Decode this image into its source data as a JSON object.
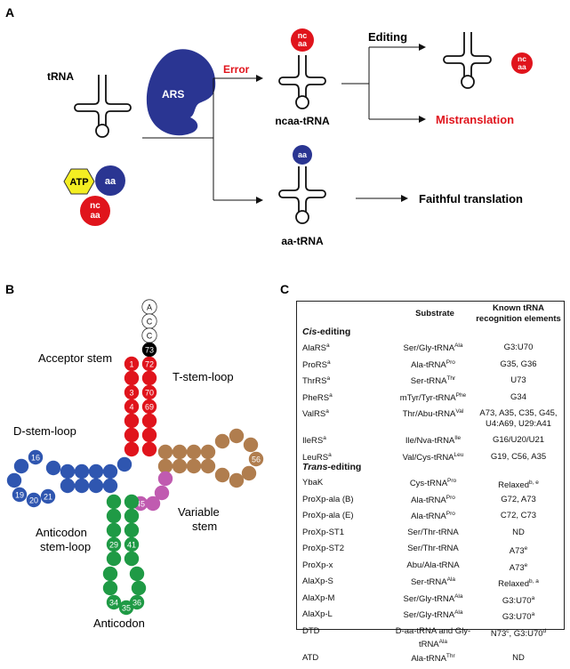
{
  "panels": {
    "a": "A",
    "b": "B",
    "c": "C"
  },
  "panelA": {
    "trna": "tRNA",
    "ars": "ARS",
    "atp": "ATP",
    "aa": "aa",
    "ncaa_top": "nc",
    "ncaa_bottom": "aa",
    "error": "Error",
    "ncaa_trna": "ncaa-tRNA",
    "editing": "Editing",
    "mistranslation": "Mistranslation",
    "aa_trna": "aa-tRNA",
    "faithful": "Faithful translation"
  },
  "panelB": {
    "acc_letters": [
      "A",
      "C",
      "C"
    ],
    "acc_left_numbers": [
      "1",
      "3",
      "4"
    ],
    "acc_right_numbers": [
      "73",
      "72",
      "70",
      "69"
    ],
    "d_numbers": [
      "16",
      "19",
      "20",
      "21"
    ],
    "t_number": "56",
    "var_number": "45",
    "antic_numbers": [
      "29",
      "41",
      "34",
      "35",
      "36"
    ],
    "acceptor_stem": "Acceptor stem",
    "t_stem_loop": "T-stem-loop",
    "d_stem_loop": "D-stem-loop",
    "variable": "Variable",
    "stem": "stem",
    "antic_stem_1": "Anticodon",
    "antic_stem_2": "stem-loop",
    "anticodon": "Anticodon",
    "colors": {
      "acceptor": "#e0141c",
      "d": "#2f56b0",
      "t": "#b07d4e",
      "variable": "#c05bb0",
      "anticodon": "#1f9a45",
      "cca": "#ffffff",
      "n73": "#000000"
    }
  },
  "panelC": {
    "header": {
      "substrate": "Substrate",
      "known1": "Known tRNA",
      "known2": "recognition elements"
    },
    "cis": {
      "prefix": "Cis",
      "suffix": "-editing"
    },
    "trans": {
      "prefix": "Trans",
      "suffix": "-editing"
    },
    "cis_rows": [
      {
        "enzyme": "AlaRS",
        "sup": "a",
        "sub_pre": "Ser/Gly-tRNA",
        "sub_sup": "Ala",
        "rec": "G3:U70"
      },
      {
        "enzyme": "ProRS",
        "sup": "a",
        "sub_pre": "Ala-tRNA",
        "sub_sup": "Pro",
        "rec": "G35, G36"
      },
      {
        "enzyme": "ThrRS",
        "sup": "a",
        "sub_pre": "Ser-tRNA",
        "sub_sup": "Thr",
        "rec": "U73"
      },
      {
        "enzyme": "PheRS",
        "sup": "a",
        "sub_pre": "mTyr/Tyr-tRNA",
        "sub_sup": "Phe",
        "rec": "G34"
      },
      {
        "enzyme": "ValRS",
        "sup": "a",
        "sub_pre": "Thr/Abu-tRNA",
        "sub_sup": "Val",
        "rec": "A73, A35, C35, G45,",
        "rec2": "U4:A69, U29:A41"
      },
      {
        "enzyme": "IleRS",
        "sup": "a",
        "sub_pre": "Ile/Nva-tRNA",
        "sub_sup": "Ile",
        "rec": "G16/U20/U21"
      },
      {
        "enzyme": "LeuRS",
        "sup": "a",
        "sub_pre": "Val/Cys-tRNA",
        "sub_sup": "Leu",
        "rec": "G19, C56, A35"
      }
    ],
    "trans_rows": [
      {
        "enzyme": "YbaK",
        "sub_pre": "Cys-tRNA",
        "sub_sup": "Pro",
        "rec": "Relaxed",
        "rec_sup": "b, e"
      },
      {
        "enzyme": "ProXp-ala (B)",
        "sub_pre": "Ala-tRNA",
        "sub_sup": "Pro",
        "rec": "G72, A73"
      },
      {
        "enzyme": "ProXp-ala (E)",
        "sub_pre": "Ala-tRNA",
        "sub_sup": "Pro",
        "rec": "C72, C73"
      },
      {
        "enzyme": "ProXp-ST1",
        "sub_pre": "Ser/Thr-tRNA",
        "rec": "ND"
      },
      {
        "enzyme": "ProXp-ST2",
        "sub_pre": "Ser/Thr-tRNA",
        "rec": "A73",
        "rec_sup": "e"
      },
      {
        "enzyme": "ProXp-x",
        "sub_pre": "Abu/Ala-tRNA",
        "rec": "A73",
        "rec_sup": "e"
      },
      {
        "enzyme": "AlaXp-S",
        "sub_pre": "Ser-tRNA",
        "sub_sup": "Ala",
        "rec": "Relaxed",
        "rec_sup": "b, a"
      },
      {
        "enzyme": "AlaXp-M",
        "sub_pre": "Ser/Gly-tRNA",
        "sub_sup": "Ala",
        "rec": "G3:U70",
        "rec_sup": "a"
      },
      {
        "enzyme": "AlaXp-L",
        "sub_pre": "Ser/Gly-tRNA",
        "sub_sup": "Ala",
        "rec": "G3:U70",
        "rec_sup": "a"
      },
      {
        "enzyme": "DTD",
        "sub_pre": "D-aa-tRNA and Gly-",
        "sub2": "tRNA",
        "sub2_sup": "Ala",
        "rec": "N73",
        "rec_sup": "c",
        "rec_mid": ", G3:U70",
        "rec_sup2": "d"
      },
      {
        "enzyme": "ATD",
        "sub_pre": "Ala-tRNA",
        "sub_sup": "Thr",
        "rec": "ND"
      }
    ]
  }
}
